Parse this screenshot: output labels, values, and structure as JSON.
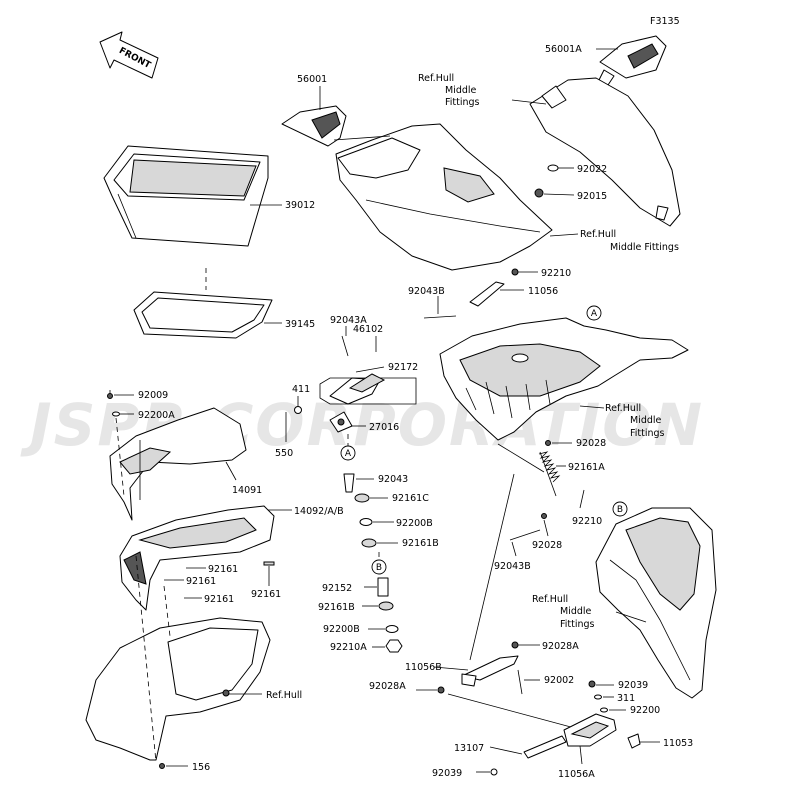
{
  "figure_id": "F3135",
  "front_arrow_label": "FRONT",
  "watermark": "JSPR CORPORATION",
  "ref_labels": {
    "hull_middle_fittings_top_l1": "Ref.Hull",
    "hull_middle_fittings_top_l2": "Middle",
    "hull_middle_fittings_top_l3": "Fittings",
    "hull_middle_fittings_right_l1": "Ref.Hull",
    "hull_middle_fittings_right_l2": "Middle Fittings",
    "hull_middle_fittings_mid_l1": "Ref.Hull",
    "hull_middle_fittings_mid_l2": "Middle",
    "hull_middle_fittings_mid_l3": "Fittings",
    "hull_middle_fittings_low_l1": "Ref.Hull",
    "hull_middle_fittings_low_l2": "Middle",
    "hull_middle_fittings_low_l3": "Fittings",
    "hull": "Ref.Hull"
  },
  "callouts": {
    "a_top": "A",
    "a_mid": "A",
    "b_mid": "B",
    "b_right": "B"
  },
  "parts": {
    "p56001": "56001",
    "p56001A": "56001A",
    "p92022": "92022",
    "p92015": "92015",
    "p39012": "39012",
    "p39145": "39145",
    "p92210_top": "92210",
    "p92043B_top": "92043B",
    "p11056": "11056",
    "p92043A": "92043A",
    "p46102": "46102",
    "p92172": "92172",
    "p411": "411",
    "p550": "550",
    "p27016": "27016",
    "p92009": "92009",
    "p92200A": "92200A",
    "p14091": "14091",
    "p92043": "92043",
    "p92161C": "92161C",
    "p92200B_1": "92200B",
    "p92161B_1": "92161B",
    "p14092": "14092/A/B",
    "p92161_a": "92161",
    "p92161_b": "92161",
    "p92161_c": "92161",
    "p92161_d": "92161",
    "p92152": "92152",
    "p92161B_2": "92161B",
    "p92200B_2": "92200B",
    "p92210A": "92210A",
    "p92028_top": "92028",
    "p92161A": "92161A",
    "p92210_mid": "92210",
    "p92028_mid": "92028",
    "p92043B_mid": "92043B",
    "p92028A_a": "92028A",
    "p11056B": "11056B",
    "p92028A_b": "92028A",
    "p92002": "92002",
    "p92039_a": "92039",
    "p311": "311",
    "p92200": "92200",
    "p13107": "13107",
    "p11053": "11053",
    "p92039_b": "92039",
    "p11056A": "11056A",
    "p156": "156"
  }
}
